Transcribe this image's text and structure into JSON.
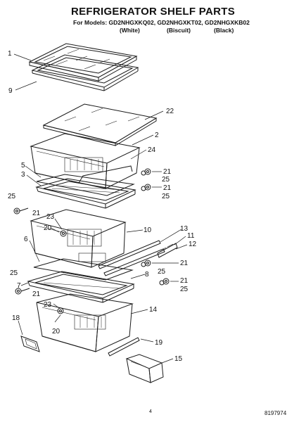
{
  "title": "REFRIGERATOR SHELF PARTS",
  "models_line": "For Models: GD2NHGXKQ02, GD2NHGXKT02, GD2NHGXKB02",
  "variants": [
    "(White)",
    "(Biscuit)",
    "(Black)"
  ],
  "part_labels": {
    "p1": "1",
    "p9": "9",
    "p22": "22",
    "p2": "2",
    "p24": "24",
    "p5": "5",
    "p3": "3",
    "p21a": "21",
    "p25a": "25",
    "p21b": "21",
    "p25b": "25",
    "p25c": "25",
    "p21c": "21",
    "p23a": "23",
    "p20a": "20",
    "p10": "10",
    "p13": "13",
    "p11": "11",
    "p12": "12",
    "p6": "6",
    "p21d": "21",
    "p25d": "25",
    "p8": "8",
    "p21e": "21",
    "p25e": "25",
    "p25f": "25",
    "p21f": "21",
    "p7": "7",
    "p23b": "23",
    "p14": "14",
    "p18": "18",
    "p20b": "20",
    "p19": "19",
    "p15": "15"
  },
  "page_number": "4",
  "document_number": "8197974"
}
